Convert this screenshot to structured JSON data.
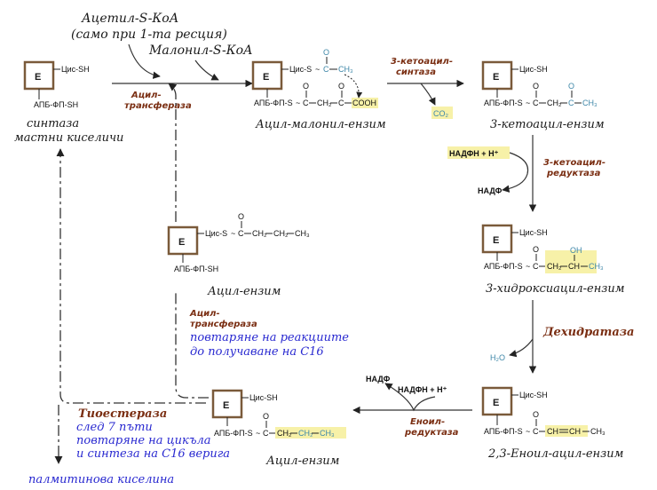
{
  "top": {
    "acetyl_coa": "Ацетил-S-КоА",
    "first_reaction_note": "(само при 1-та ресция)",
    "malonyl_coa": "Малонил-S-КоА",
    "acyl_transferase_1": "Ацил-",
    "acyl_transferase_2": "трансфераза"
  },
  "enzyme_letter": "E",
  "groups": {
    "cys_sh": "Цис-SH",
    "cys_s": "Цис-S",
    "apb_fp_sh": "АПБ-ФП-SH",
    "apb_fp_s": "АПБ-ФП-S",
    "apb_fp_s2": "АПБ-ФП-S"
  },
  "chem": {
    "c": "C",
    "o": "O",
    "ch3": "CH₃",
    "ch2": "CH₂",
    "cooh": "COOH",
    "oh": "OH",
    "ch": "CH",
    "tilde": "~",
    "dash": "—",
    "double": "═"
  },
  "labels": {
    "synthase_1": "синтаза",
    "synthase_2": "мастни киселичи",
    "acyl_malonyl": "Ацил-малонил-ензим",
    "ketoacyl_enzyme": "3-кетоацил-ензим",
    "acyl_enzyme_mid": "Ацил-ензим",
    "hydroxyacyl": "3-хидроксиацил-ензим",
    "enoyl": "2,3-Еноил-ацил-ензим",
    "acyl_enzyme_bottom": "Ацил-ензим",
    "palmitic": "палмитинова киселина"
  },
  "enzymes": {
    "ketoacyl_synthase_1": "3-кетоацил-",
    "ketoacyl_synthase_2": "синтаза",
    "co2": "CO₂",
    "ketoacyl_reductase_1": "3-кетоацил-",
    "ketoacyl_reductase_2": "редуктаза",
    "nadph_h": "НАДФН + Н⁺",
    "nadp": "НАДФ",
    "dehydratase": "Дехидратаза",
    "h2o": "H₂O",
    "enoyl_reductase_1": "Еноил-",
    "enoyl_reductase_2": "редуктаза",
    "nadp_b": "НАДФ",
    "nadph_h_b": "НАДФН + Н⁺",
    "acyl_transferase_mid_1": "Ацил-",
    "acyl_transferase_mid_2": "трансфераза",
    "thioesterase": "Тиоестераза"
  },
  "notes": {
    "repeat_1": "повтаряне на реакциите",
    "repeat_2": "до получаване на С16",
    "after_1": "след 7 пъти",
    "after_2": "повтаряне на цикъла",
    "after_3": "и синтеза на С16 верига"
  }
}
